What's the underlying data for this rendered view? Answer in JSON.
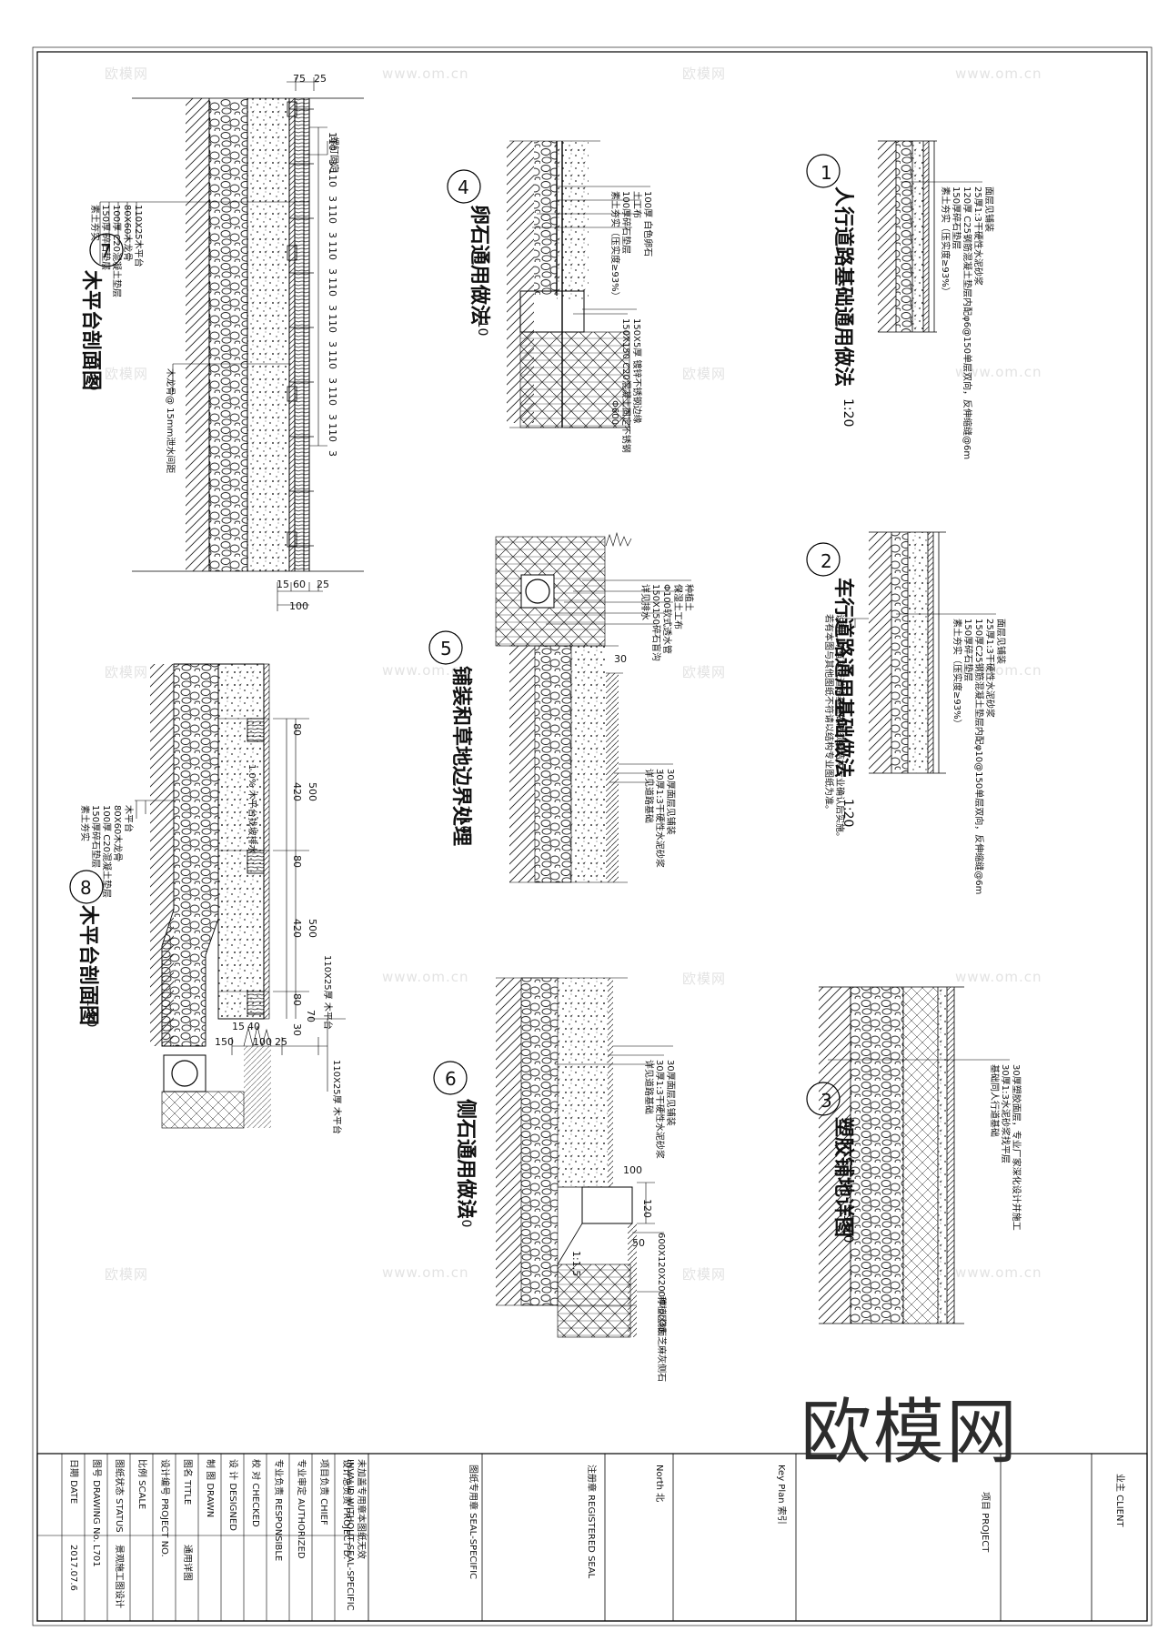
{
  "drawings": [
    {
      "num": "1",
      "title": "人行道路基础通用做法",
      "scale": "1:20",
      "notes": [
        "面层见铺装",
        "25厚1:3干硬性水泥砂浆",
        "120厚 C25钢筋混凝土垫层内配φ6@150单层双向，反伸缩缝@6m",
        "150厚碎石垫层",
        "素土夯实（压实度≥93%）"
      ]
    },
    {
      "num": "2",
      "title": "车行道路通用基础做法",
      "scale": "1:20",
      "notes": [
        "面层见铺装",
        "25厚1:3干硬性水泥砂浆",
        "150厚C25钢筋混凝土垫层内配φ10@150单层双向，反伸缩缝@6m",
        "150厚碎石垫层",
        "素土夯实（压实度≥93%）"
      ],
      "extra": [
        "说明：所有车行道路基础做法须经结构专业确认后实施。",
        "若有本图与其他图纸不符请以结构专业图纸为准。"
      ]
    },
    {
      "num": "3",
      "title": "塑胶铺地详图",
      "scale": "1:10",
      "notes": [
        "30厚塑胶面层，专业厂家深化设计并施工",
        "30厚1:3水泥砂浆找平层",
        "基础同人行道基础"
      ]
    },
    {
      "num": "4",
      "title": "卵石通用做法",
      "scale": "1:10",
      "notes": [
        "100厚 白色卵石",
        "土工布",
        "100厚碎石垫层",
        "素土夯实（压实度≥93%）"
      ],
      "notes2": [
        "150X5厚 镀锌不锈钢边缘",
        "150X150 C20混凝土固定不锈钢",
        "Φ600"
      ]
    },
    {
      "num": "5",
      "title": "铺装和草地边界处理",
      "scale": "1:10",
      "notes": [
        "种植土",
        "保湿土工布",
        "Φ100软式透水管",
        "150X150碎石盲沟",
        "详见排水"
      ],
      "notes2": [
        "30厚面层见铺装",
        "30厚1:3干硬性水泥砂浆",
        "详见道路基础"
      ]
    },
    {
      "num": "6",
      "title": "侧石通用做法",
      "scale": "1:10",
      "notes": [
        "30厚面层见铺装",
        "30厚1:3干硬性水泥砂浆",
        "详见道路基础"
      ],
      "notes2": [
        "600X120X200厚 火烧面芝麻灰侧石",
        "种植区域"
      ]
    },
    {
      "num": "7",
      "title": "木平台剖面图",
      "scale": "1:10",
      "notes": [
        "110X25木平台",
        "80X60木龙骨",
        "100厚 C20混凝土垫层",
        "150厚 碎石垫层",
        "素土夯实"
      ],
      "notes2": [
        "木龙骨@ 15mm泄水间距"
      ],
      "top_note": "螺钉固定"
    },
    {
      "num": "8",
      "title": "木平台剖面图",
      "scale": "1:10",
      "notes": [
        "木平台",
        "80X60木龙骨",
        "100厚 C20混凝土垫层",
        "150厚碎石垫层",
        "素土夯实"
      ],
      "mid_note": "1.0% 木平台找坡排水",
      "side_note": "110X25厚 木平台"
    }
  ],
  "dims": {
    "d7_top": [
      "75",
      "25"
    ],
    "d7_side": [
      "110",
      "3",
      "110",
      "3",
      "110",
      "3",
      "110",
      "3",
      "110",
      "3",
      "110",
      "3",
      "110",
      "3",
      "110",
      "3",
      "110",
      "3"
    ],
    "d7_bottom": [
      "15",
      "60",
      "25",
      "100"
    ],
    "d8_side": [
      "80",
      "420",
      "500",
      "80",
      "420",
      "500",
      "80",
      "70",
      "30"
    ],
    "d8_bottom": [
      "15",
      "40",
      "150",
      "100",
      "25"
    ],
    "d4": [
      "150X150 C20",
      "Φ600"
    ],
    "d5": [
      "30"
    ],
    "d6": [
      "100",
      "120",
      "50",
      "1:1.5"
    ]
  },
  "title_block": {
    "client_label": "业主 CLIENT",
    "project_label": "项目 PROJECT",
    "keyplan_label": "Key Plan 索引",
    "north_label": "North 北",
    "registered_seal": "注册章 REGISTERED SEAL",
    "seal_specific": "图纸专用章 SEAL-SPECIFIC",
    "invalid_cn": "未加盖专用章本图纸无效",
    "invalid_en": "INVALID WITHOUT SEAL-SPECIFIC",
    "rows": [
      {
        "label": "设计总负责 PROJECT D.",
        "value": ""
      },
      {
        "label": "项目负责 CHIEF",
        "value": ""
      },
      {
        "label": "专业审定 AUTHORIZED",
        "value": ""
      },
      {
        "label": "专业负责 RESPONSIBLE",
        "value": ""
      },
      {
        "label": "校 对 CHECKED",
        "value": ""
      },
      {
        "label": "设 计 DESIGNED",
        "value": ""
      },
      {
        "label": "制 图 DRAWN",
        "value": ""
      },
      {
        "label": "图名 TITLE",
        "value": "通用详图"
      },
      {
        "label": "设计编号 PROJECT NO.",
        "value": ""
      },
      {
        "label": "比例 SCALE",
        "value": ""
      },
      {
        "label": "图纸状态 STATUS",
        "value": "景观施工图设计"
      },
      {
        "label": "图号 DRAWING No.",
        "value": "L701"
      },
      {
        "label": "日期 DATE",
        "value": "2017.07.6"
      }
    ]
  },
  "watermarks": {
    "logo": "欧模网",
    "url": "www.om.cn",
    "big": "欧模网"
  }
}
